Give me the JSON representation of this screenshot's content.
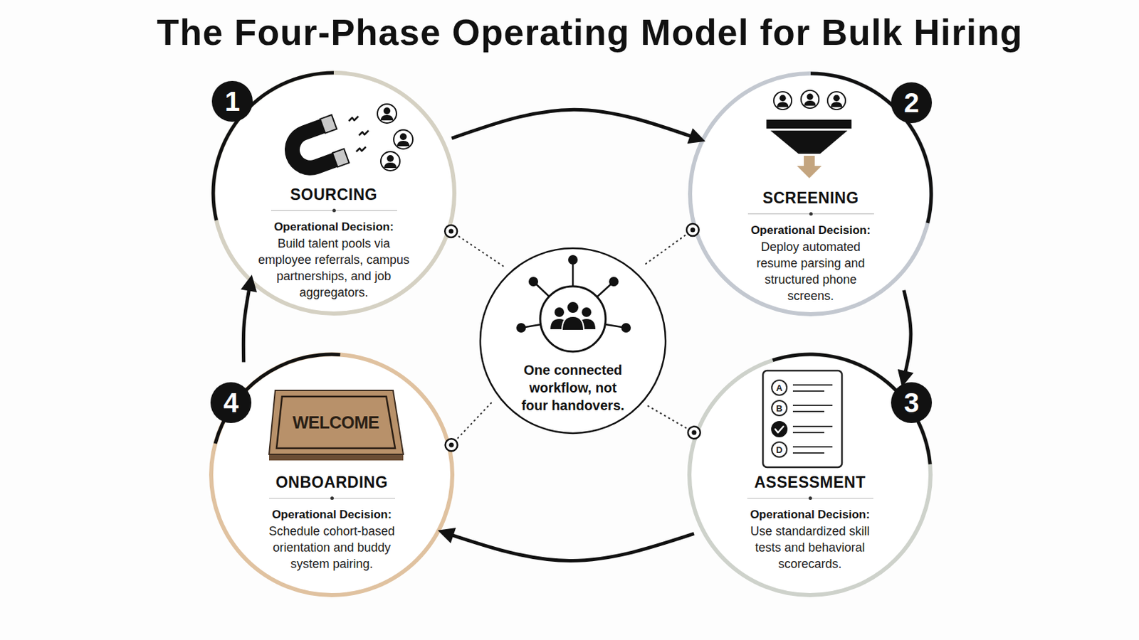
{
  "diagram": {
    "title": "The Four-Phase Operating Model for Bulk Hiring",
    "nodes": [
      {
        "text": [
          "SOURCING",
          "Operational Decision:",
          "Build talent pools via employee referrals, campus partnerships, and job aggregators."
        ]
      },
      {
        "text": [
          "SCREENING",
          "Operational Decision:",
          "Deploy automated resume parsing and structured phone screens."
        ]
      },
      {
        "text": [
          "One connected workflow, not four handovers."
        ]
      },
      {
        "text": [
          "ONBOARDING",
          "Operational Decision:",
          "Schedule cohort-based orientation and buddy system pairing."
        ]
      },
      {
        "text": [
          "ASSESSMENT",
          "Operational Decision:",
          "Use standardized skill tests and behavioral scorecards."
        ]
      }
    ],
    "edges": [
      {
        "from": 0,
        "to": 1,
        "arrow": "to"
      },
      {
        "from": 1,
        "to": 4,
        "arrow": "to"
      },
      {
        "from": 4,
        "to": 3,
        "arrow": "to"
      },
      {
        "from": 3,
        "to": 0,
        "arrow": "to"
      },
      {
        "from": 0,
        "to": 2,
        "arrow": "none"
      },
      {
        "from": 1,
        "to": 2,
        "arrow": "none"
      },
      {
        "from": 3,
        "to": 2,
        "arrow": "none"
      },
      {
        "from": 4,
        "to": 2,
        "arrow": "none"
      }
    ],
    "labels": [
      "1",
      "2",
      "3",
      "4",
      "A",
      "B",
      "D",
      "WELCOME"
    ]
  }
}
